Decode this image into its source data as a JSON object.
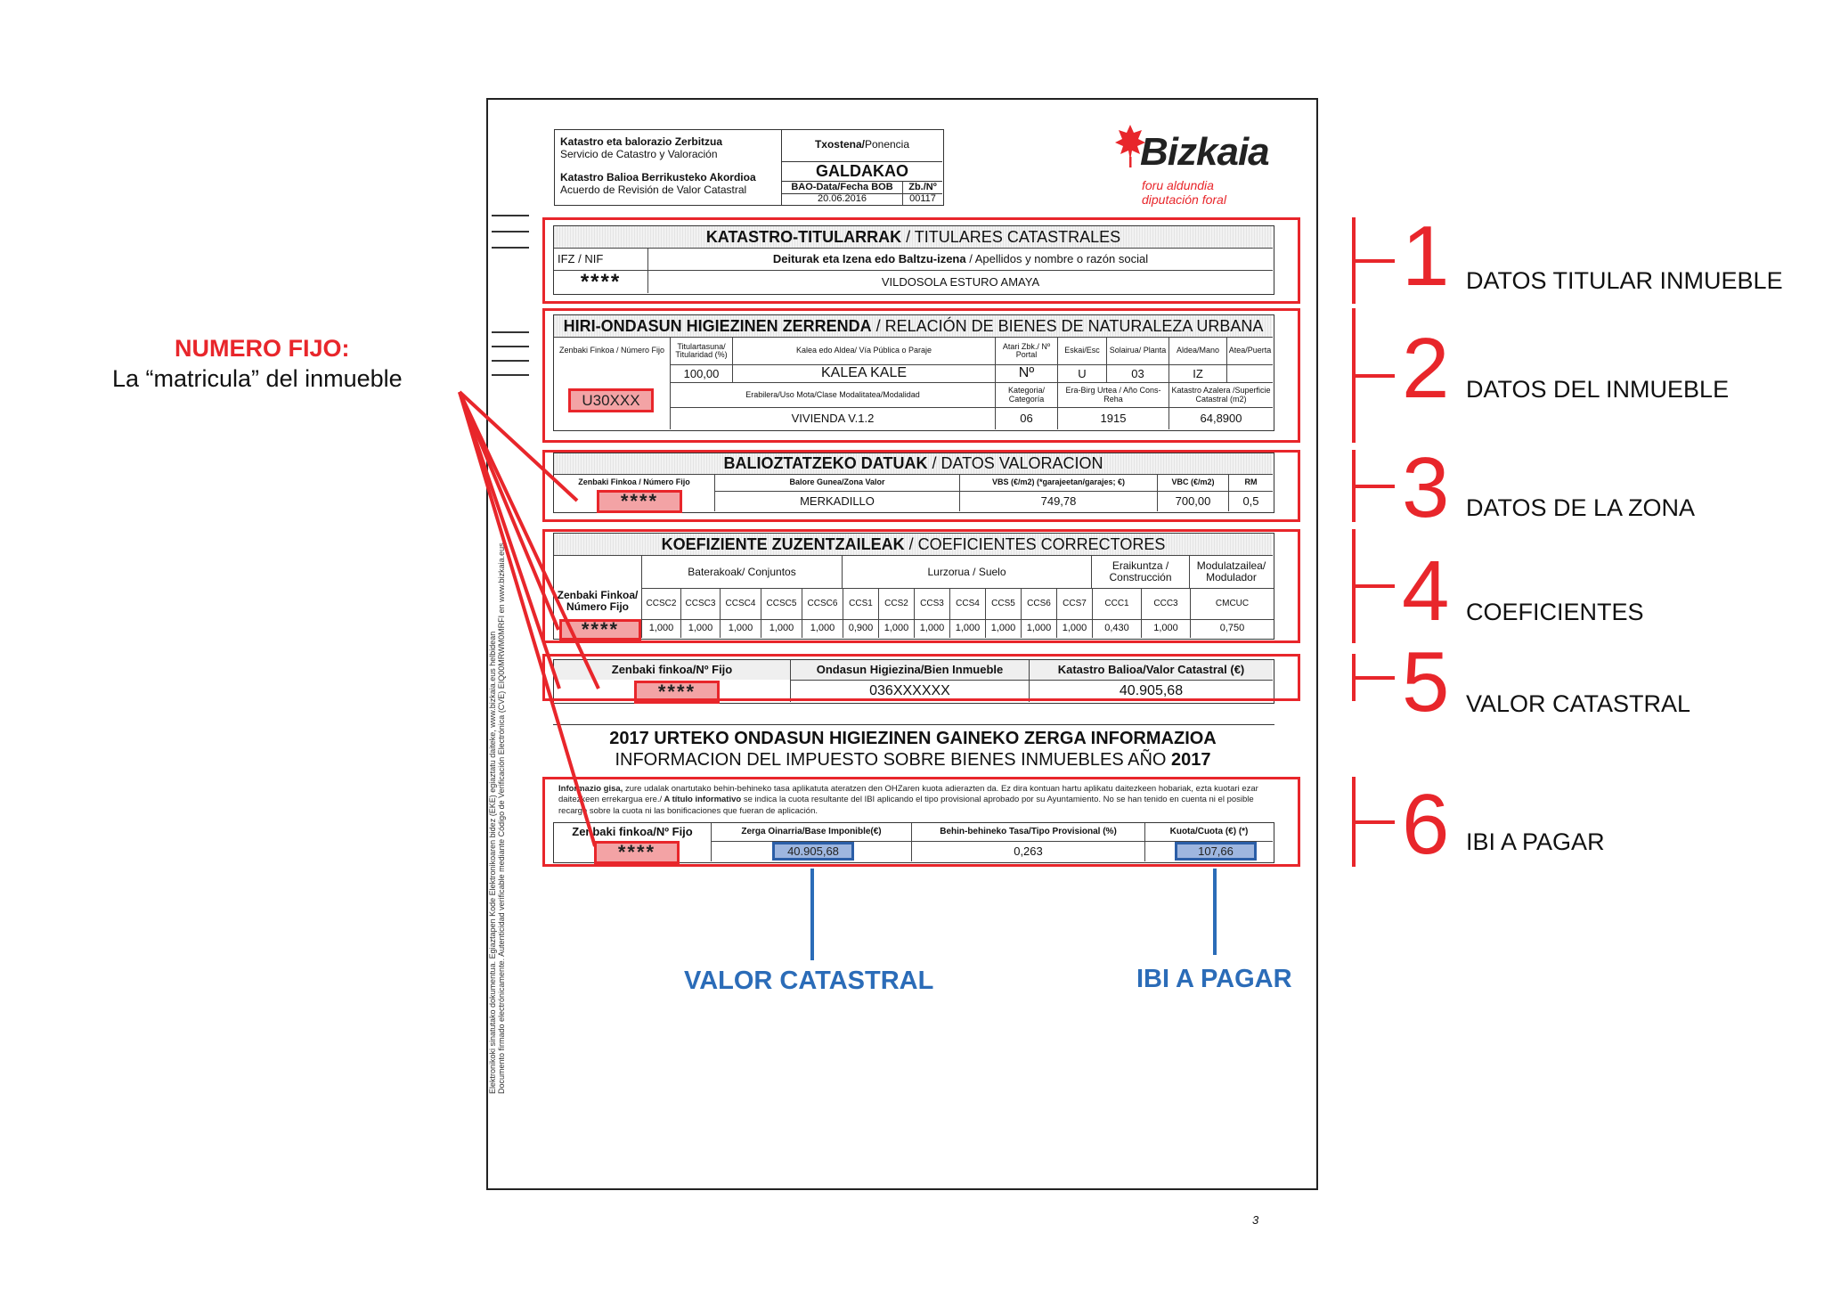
{
  "header": {
    "office_eu": "Katastro eta balorazio Zerbitzua",
    "office_es": "Servicio de Catastro y Valoración",
    "agreement_eu": "Katastro Balioa Berrikusteko Akordioa",
    "agreement_es": "Acuerdo de Revisión de Valor Catastral",
    "ponencia_label_eu": "Txostena/",
    "ponencia_label_es": "Ponencia",
    "ponencia_value": "GALDAKAO",
    "bob_label": "BAO-Data/Fecha BOB",
    "bob_value": "20.06.2016",
    "num_label": "Zb./Nº",
    "num_value": "00117",
    "logo_name": "Bizkaia",
    "logo_sub1": "foru aldundia",
    "logo_sub2": "diputación foral",
    "logo_color": "#e8262b"
  },
  "titulares": {
    "title_eu": "KATASTRO-TITULARRAK",
    "title_es": "/ TITULARES CATASTRALES",
    "col_nif": "IFZ / NIF",
    "col_name_eu": "Deiturak eta Izena edo Baltzu-izena",
    "col_name_es": "/ Apellidos y nombre o razón social",
    "nif_value": "****",
    "name_value": "VILDOSOLA ESTURO AMAYA"
  },
  "inmueble": {
    "title_eu": "HIRI-ONDASUN HIGIEZINEN ZERRENDA",
    "title_es": "/ RELACIÓN DE BIENES DE NATURALEZA URBANA",
    "col_fijo": "Zenbaki Finkoa / Número Fijo",
    "col_titularidad": "Titulartasuna/ Titularidad (%)",
    "col_via": "Kalea edo Aldea/ Vía Pública o Paraje",
    "col_portal": "Atari Zbk./ Nº Portal",
    "col_esc": "Eskai/Esc",
    "col_planta": "Solairua/ Planta",
    "col_mano": "Aldea/Mano",
    "col_puerta": "Atea/Puerta",
    "fijo_value": "U30XXX",
    "titularidad_value": "100,00",
    "via_value": "KALEA KALE",
    "portal_value": "Nº",
    "esc_value": "U",
    "planta_value": "03",
    "mano_value": "IZ",
    "puerta_value": "",
    "col_uso": "Erabilera/Uso Mota/Clase Modalitatea/Modalidad",
    "col_categoria": "Kategoria/ Categoría",
    "col_anio": "Era-Birg Urtea / Año Cons-Reha",
    "col_superficie": "Katastro Azalera /Superficie Catastral (m2)",
    "uso_value": "VIVIENDA V.1.2",
    "categoria_value": "06",
    "anio_value": "1915",
    "superficie_value": "64,8900"
  },
  "valoracion": {
    "title_eu": "BALIOZTATZEKO DATUAK",
    "title_es": "/ DATOS VALORACION",
    "col_fijo": "Zenbaki Finkoa / Número Fijo",
    "col_zona": "Balore Gunea/Zona Valor",
    "col_vbs": "VBS (€/m2) (*garajeetan/garajes; €)",
    "col_vbc": "VBC (€/m2)",
    "col_rm": "RM",
    "fijo_value": "****",
    "zona_value": "MERKADILLO",
    "vbs_value": "749,78",
    "vbc_value": "700,00",
    "rm_value": "0,5"
  },
  "coeficientes": {
    "title_eu": "KOEFIZIENTE ZUZENTZAILEAK",
    "title_es": "/ COEFICIENTES CORRECTORES",
    "col_fijo": "Zenbaki Finkoa/ Número Fijo",
    "group_conjuntos": "Baterakoak/ Conjuntos",
    "group_suelo": "Lurzorua / Suelo",
    "group_construccion": "Eraikuntza / Construcción",
    "group_modulador": "Modulatzailea/ Modulador",
    "fijo_value": "****",
    "codes": [
      "CCSC2",
      "CCSC3",
      "CCSC4",
      "CCSC5",
      "CCSC6",
      "CCS1",
      "CCS2",
      "CCS3",
      "CCS4",
      "CCS5",
      "CCS6",
      "CCS7",
      "CCC1",
      "CCC3",
      "CMCUC"
    ],
    "values": [
      "1,000",
      "1,000",
      "1,000",
      "1,000",
      "1,000",
      "0,900",
      "1,000",
      "1,000",
      "1,000",
      "1,000",
      "1,000",
      "1,000",
      "0,430",
      "1,000",
      "0,750"
    ]
  },
  "valor_catastral": {
    "col_fijo": "Zenbaki finkoa/Nº Fijo",
    "col_bien": "Ondasun Higiezina/Bien Inmueble",
    "col_valor": "Katastro Balioa/Valor Catastral (€)",
    "fijo_value": "****",
    "bien_value": "036XXXXXX",
    "valor_value": "40.905,68"
  },
  "ibi_title": {
    "line1": "2017 URTEKO ONDASUN HIGIEZINEN GAINEKO ZERGA INFORMAZIOA",
    "line2_a": "INFORMACION DEL IMPUESTO SOBRE BIENES INMUEBLES AÑO ",
    "line2_b": "2017"
  },
  "ibi": {
    "info_eu_bold": "Informazio gisa,",
    "info_eu": " zure udalak onartutako behin-behineko tasa aplikatuta ateratzen den OHZaren kuota adierazten da. Ez dira kontuan hartu aplikatu daitezkeen hobariak, ezta kuotari ezar daitezkeen errekargua ere./",
    "info_es_bold": " A título informativo",
    "info_es": " se indica la cuota resultante del IBI aplicando el tipo provisional aprobado por su Ayuntamiento. No se han tenido en cuenta ni el posible recargo sobre la cuota ni las bonificaciones que fueran de aplicación.",
    "col_fijo": "Zenbaki finkoa/Nº Fijo",
    "col_base": "Zerga Oinarria/Base Imponible(€)",
    "col_tasa": "Behin-behineko Tasa/Tipo Provisional (%)",
    "col_cuota": "Kuota/Cuota (€) (*)",
    "fijo_value": "****",
    "base_value": "40.905,68",
    "tasa_value": "0,263",
    "cuota_value": "107,66"
  },
  "vertical_text": {
    "line1": "Elektronikoki sinatutako dokumentua. Egiaztapen Kode Elektronikoaren bidez (EKE) egiaztatu daiteke, www.bizkaia.eus helbidean",
    "line2": "Documento firmado electrónicamente. Autenticidad verificable mediante Código de Verificación Electrónica (CVE) EIQ00MRWM0MRFI en www.bizkaia.eus"
  },
  "page_number": "3",
  "annotations": {
    "numero_fijo_title": "NUMERO FIJO:",
    "numero_fijo_sub": "La “matricula” del inmueble",
    "sections": [
      {
        "num": "1",
        "label": "DATOS TITULAR INMUEBLE"
      },
      {
        "num": "2",
        "label": "DATOS DEL INMUEBLE"
      },
      {
        "num": "3",
        "label": "DATOS DE LA ZONA"
      },
      {
        "num": "4",
        "label": "COEFICIENTES"
      },
      {
        "num": "5",
        "label": "VALOR CATASTRAL"
      },
      {
        "num": "6",
        "label": "IBI A PAGAR"
      }
    ],
    "valor_catastral_label": "VALOR CATASTRAL",
    "ibi_label": "IBI A PAGAR",
    "red_color": "#e8262b",
    "blue_color": "#2b6cb8"
  }
}
